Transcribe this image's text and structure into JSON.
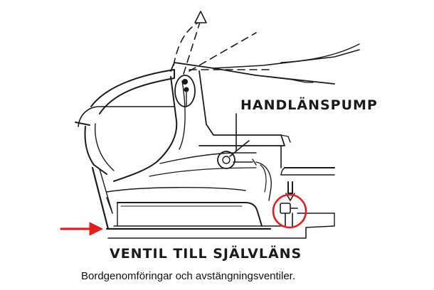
{
  "diagram": {
    "labels": {
      "hand_pump": "HANDLÄNSPUMP",
      "valve": "VENTIL TILL SJÄLVLÄNS"
    },
    "caption": "Bordgenomföringar och avstängningsventiler.",
    "colors": {
      "line": "#1a1a1a",
      "highlight": "#e02020",
      "background": "#ffffff"
    }
  }
}
